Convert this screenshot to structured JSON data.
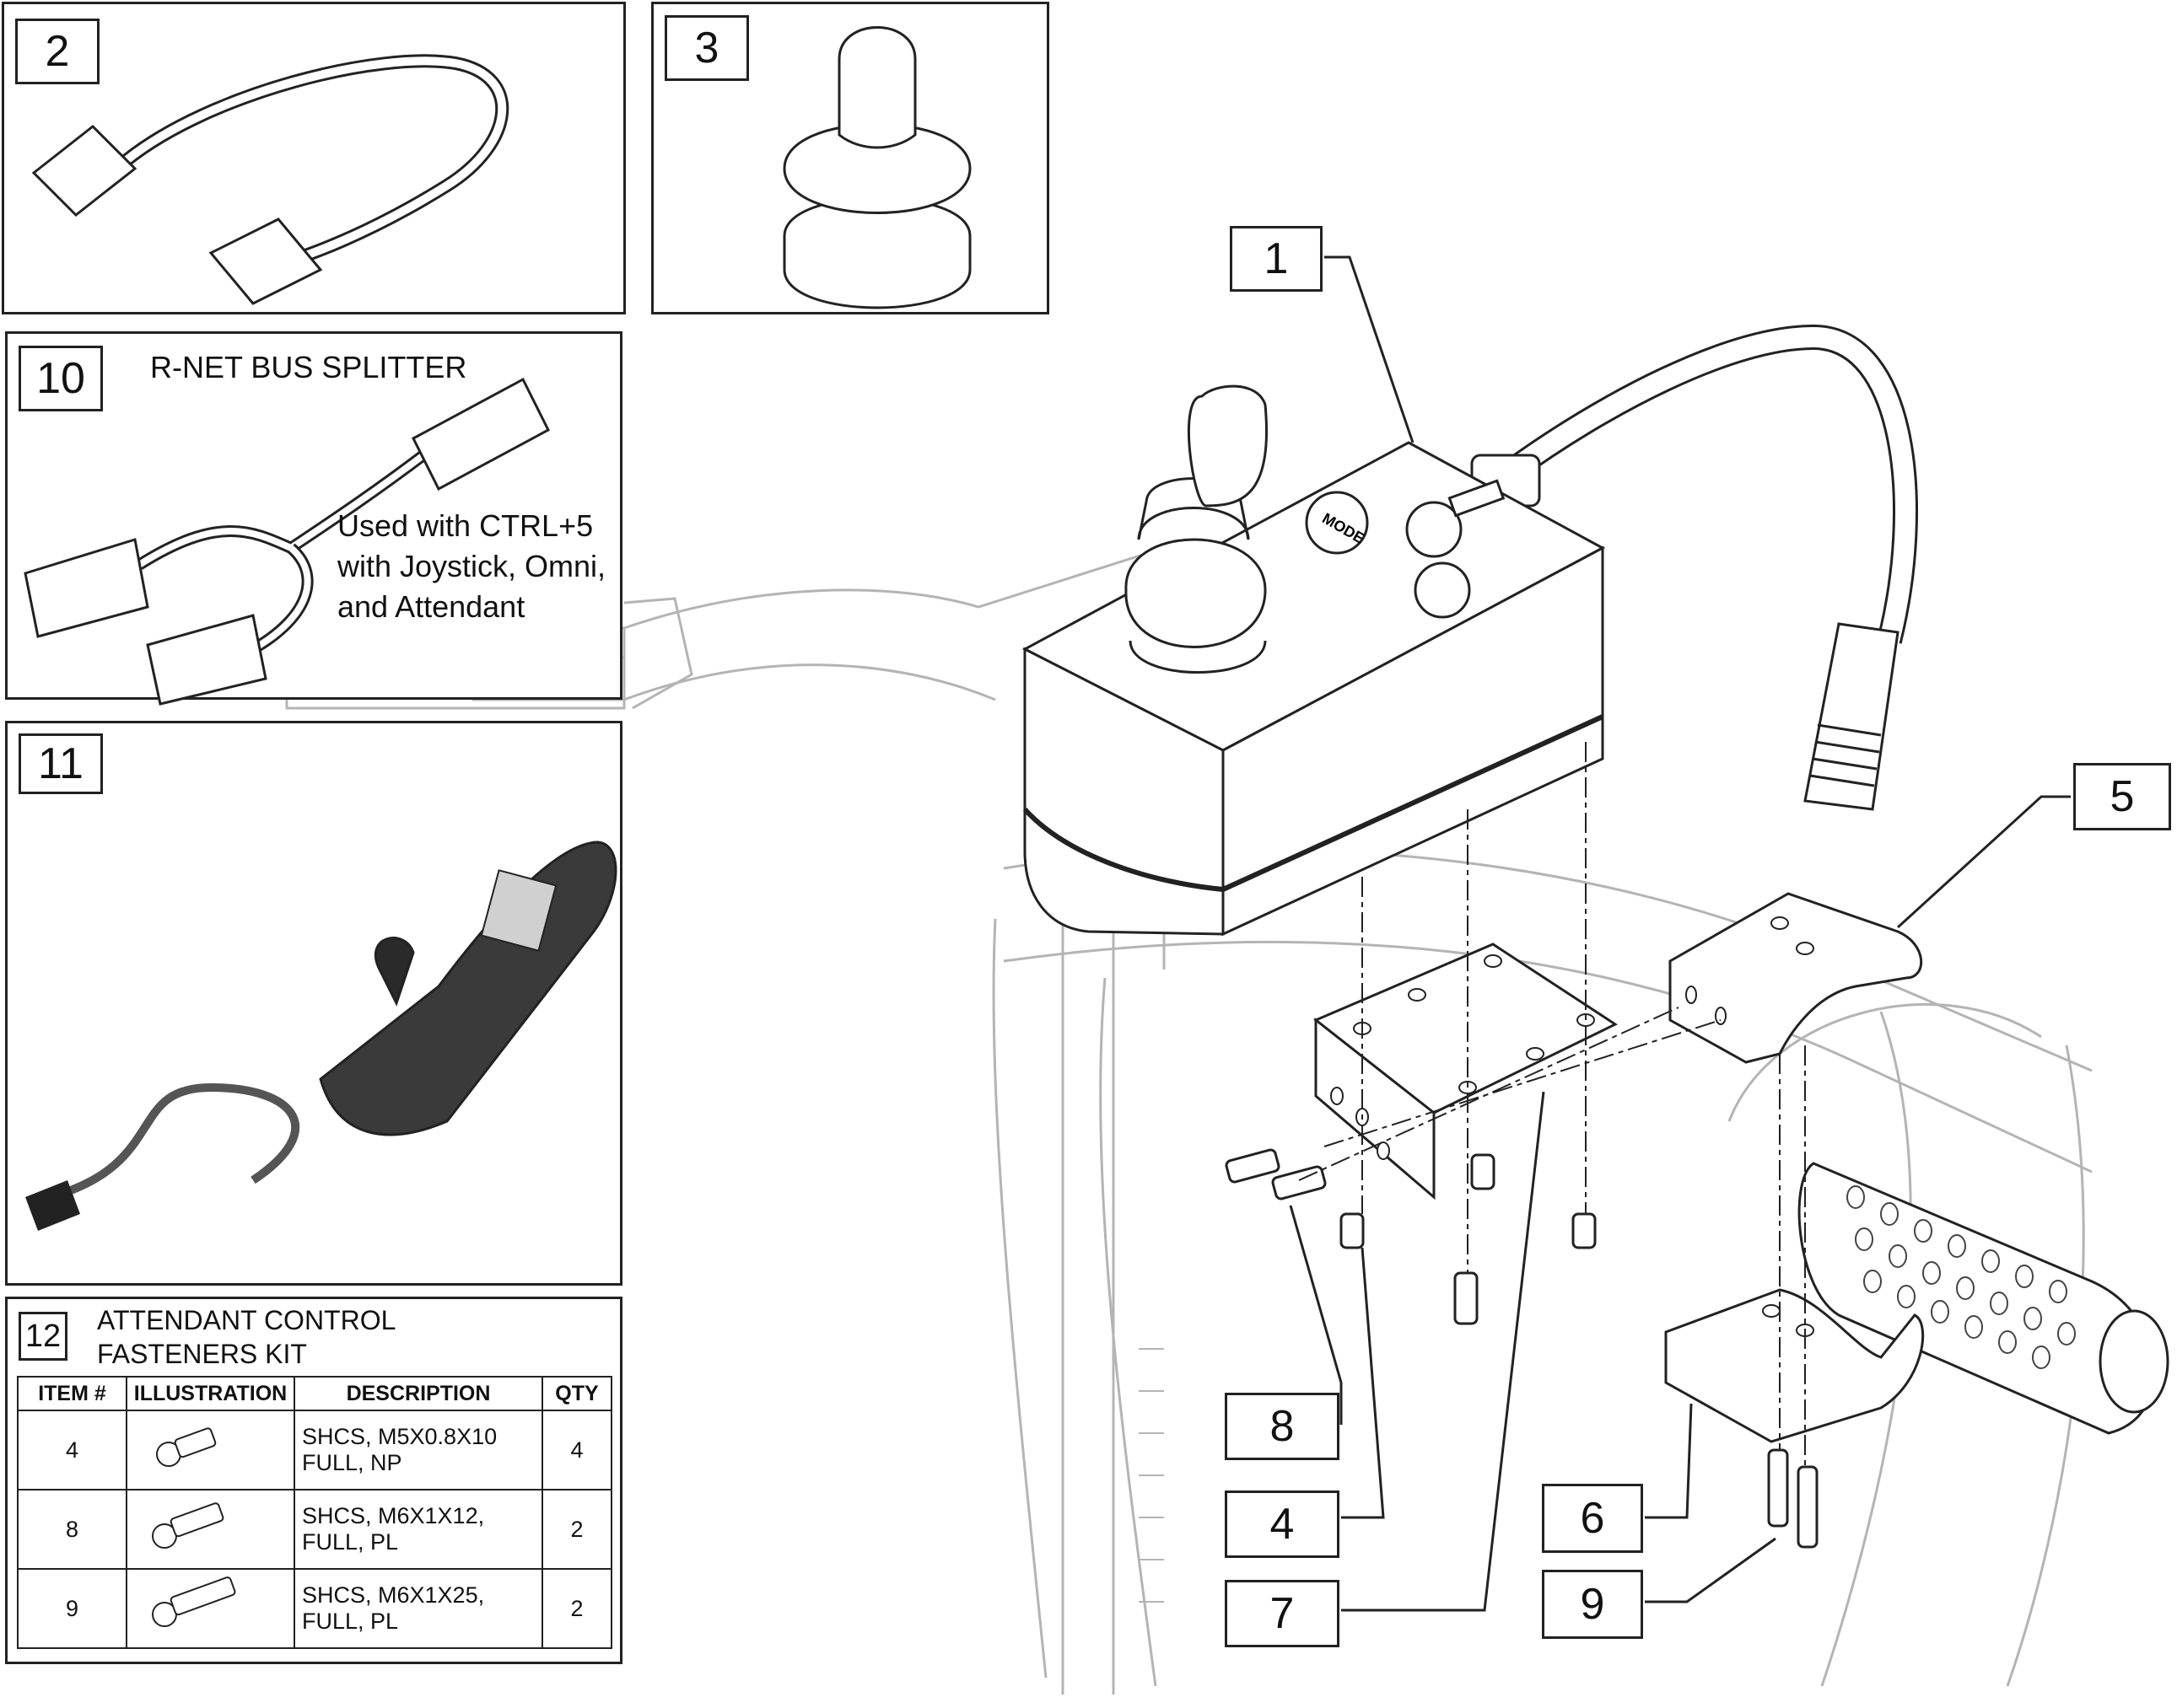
{
  "callouts": [
    "1",
    "2",
    "3",
    "4",
    "5",
    "6",
    "7",
    "8",
    "9",
    "10",
    "11",
    "12"
  ],
  "panel10": {
    "title": "R-NET BUS SPLITTER",
    "note_line1": "Used with CTRL+5",
    "note_line2": "with Joystick, Omni,",
    "note_line3": "and Attendant"
  },
  "kit": {
    "title_line1": "ATTENDANT CONTROL",
    "title_line2": "FASTENERS KIT",
    "headers": [
      "ITEM #",
      "ILLUSTRATION",
      "DESCRIPTION",
      "QTY"
    ],
    "rows": [
      {
        "item": "4",
        "desc_line1": "SHCS, M5X0.8X10",
        "desc_line2": "FULL, NP",
        "qty": "4"
      },
      {
        "item": "8",
        "desc_line1": "SHCS, M6X1X12,",
        "desc_line2": "FULL, PL",
        "qty": "2"
      },
      {
        "item": "9",
        "desc_line1": "SHCS, M6X1X25,",
        "desc_line2": "FULL, PL",
        "qty": "2"
      }
    ]
  },
  "controller_labels": {
    "mode": "MODE"
  },
  "colors": {
    "line": "#222222",
    "ghost": "#b4b4b4",
    "dark_body": "#3a3a3a"
  }
}
